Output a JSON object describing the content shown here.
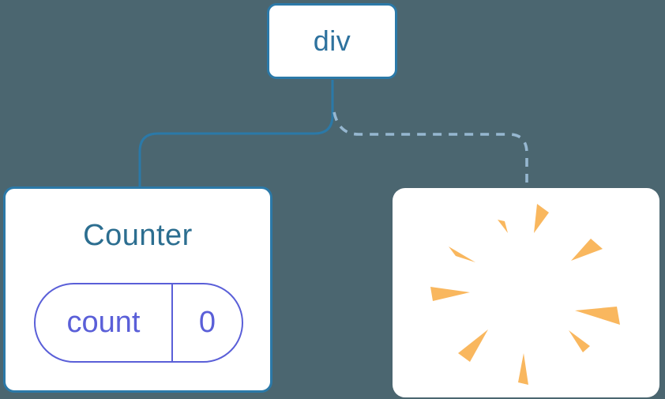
{
  "diagram": {
    "description": "component tree: div parent keeps Counter child (solid link) while second child is removed (dashed link, poof)",
    "root": {
      "label": "div"
    },
    "counter": {
      "title": "Counter",
      "state": {
        "name": "count",
        "value": "0"
      }
    },
    "removed": {
      "icon": "poof-sparkle-icon"
    },
    "connectors": {
      "left_style": "solid",
      "right_style": "dashed"
    }
  },
  "colors": {
    "background": "#4b6670",
    "card_background": "#ffffff",
    "card_border": "#2b79a8",
    "root_label_text": "#2e729e",
    "counter_title_text": "#2c6e90",
    "state_accent": "#5a5fd8",
    "solid_line": "#2b79a8",
    "dashed_line": "#96b7d0",
    "sparkle": "#f9b75e"
  }
}
